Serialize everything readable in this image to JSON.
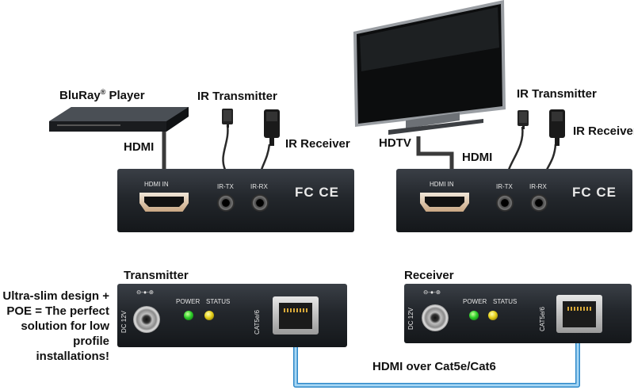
{
  "labels": {
    "bluray": "BluRay",
    "bluray_reg": "®",
    "bluray_suffix": " Player",
    "hdmi_left": "HDMI",
    "ir_tx_left": "IR Transmitter",
    "ir_rx_left": "IR Receiver",
    "ir_tx_right": "IR Transmitter",
    "ir_rx_right": "IR Receiver",
    "hdtv": "HDTV",
    "hdmi_right": "HDMI",
    "transmitter": "Transmitter",
    "receiver": "Receiver",
    "promo_line1": "Ultra-slim design +",
    "promo_line2": "POE = The perfect",
    "promo_line3": "solution for low",
    "promo_line4": "profile installations!",
    "cable_label": "HDMI over Cat5e/Cat6"
  },
  "panels": {
    "hdmi_in": "HDMI IN",
    "ir_tx": "IR-TX",
    "ir_rx": "IR-RX",
    "cert": "FC CE",
    "dc": "DC 12V",
    "power": "POWER",
    "status": "STATUS",
    "cat": "CAT5e/6",
    "dc_symbol": "⊖-●-⊕"
  },
  "colors": {
    "cable_blue": "#8ec5e8",
    "cable_blue_dark": "#2f89c9",
    "device_dark": "#23272c",
    "led_power": "#2ed02a",
    "led_status": "#e6d01a"
  }
}
